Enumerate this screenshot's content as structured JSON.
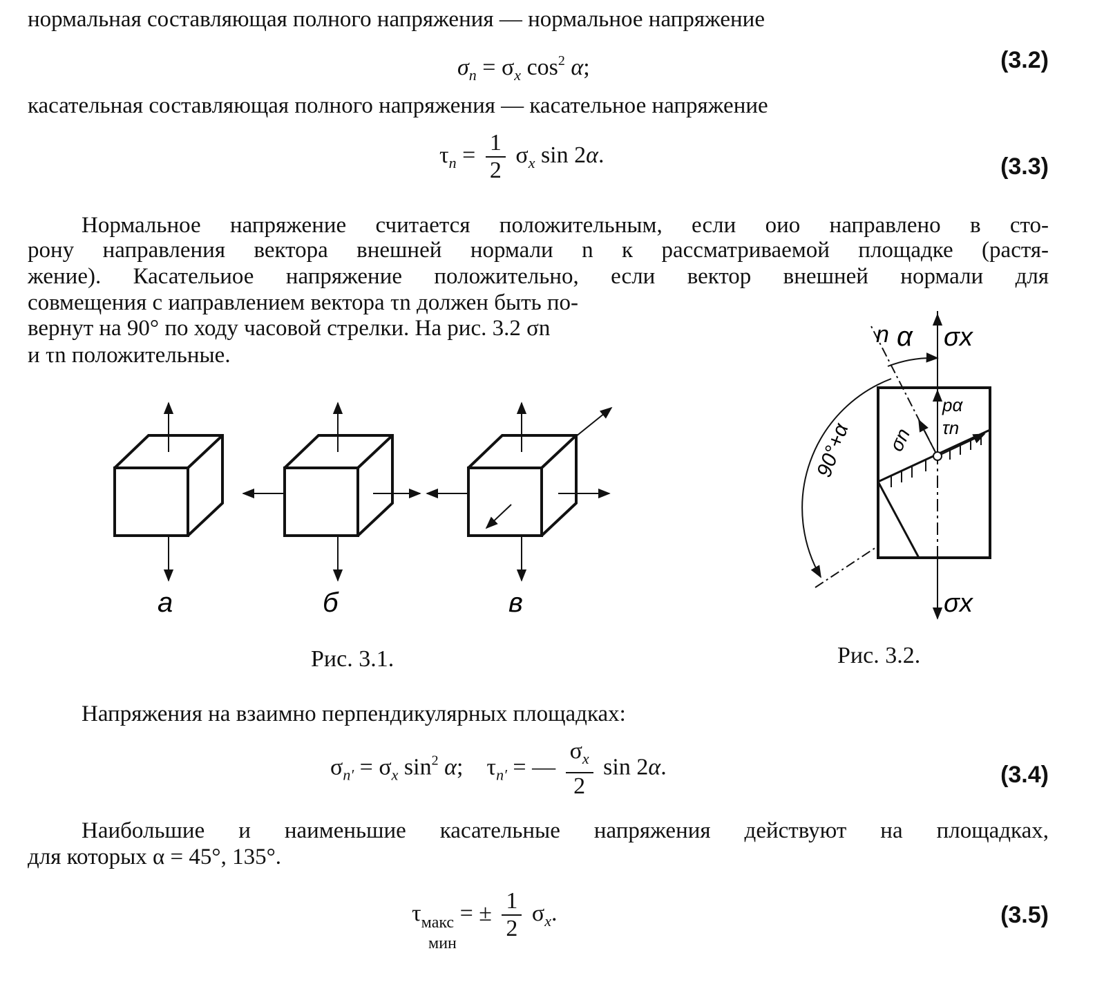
{
  "text": {
    "l1": "нормальная составляющая полного напряжения — нормальное напряжение",
    "l2": "касательная составляющая полного напряжения — касательное напряжение",
    "p1a": "Нормальное напряжение считается положительным, если оио направлено в сто-",
    "p1b": "рону направления вектора внешней нормали n к рассматриваемой площадке (растя-",
    "p1c": "жение). Касательиое напряжение положительно, если вектор внешней нормали для",
    "p1d": "совмещения с иаправлением вектора τn должен быть по-",
    "p1e": "вернут на 90° по ходу часовой стрелки. На рис. 3.2 σn",
    "p1f": "и τn положительные.",
    "p2": "Напряжения на взаимно перпендикулярных площадках:",
    "p3a": "Наибольшие и наименьшие касательные напряжения действуют на площадках,",
    "p3b": "для которых α = 45°, 135°."
  },
  "equations": {
    "e32": {
      "lhs": "σn = σx cos² α;",
      "number": "(3.2)"
    },
    "e33": {
      "lhs": "τn =",
      "num": "1",
      "den": "2",
      "rhs": "σx sin 2α.",
      "number": "(3.3)"
    },
    "e34": {
      "part1": "σn′ = σx sin² α;",
      "part2": "τn′ = —",
      "num": "σx",
      "den": "2",
      "rhs": "sin 2α.",
      "number": "(3.4)"
    },
    "e35": {
      "lhs": "τмакс",
      "lhs_sub": "мин",
      "eq": "= ±",
      "num": "1",
      "den": "2",
      "rhs": "σx.",
      "number": "(3.5)"
    }
  },
  "figures": {
    "fig31": {
      "caption": "Рис. 3.1.",
      "labels": [
        "а",
        "б",
        "в"
      ]
    },
    "fig32": {
      "caption": "Рис. 3.2.",
      "labels": {
        "n": "n",
        "alpha": "α",
        "sigma_x_top": "σx",
        "sigma_x_bottom": "σx",
        "p_alpha": "pα",
        "tau_n": "τn",
        "sigma_n": "σn",
        "angle": "90°+α"
      }
    }
  }
}
